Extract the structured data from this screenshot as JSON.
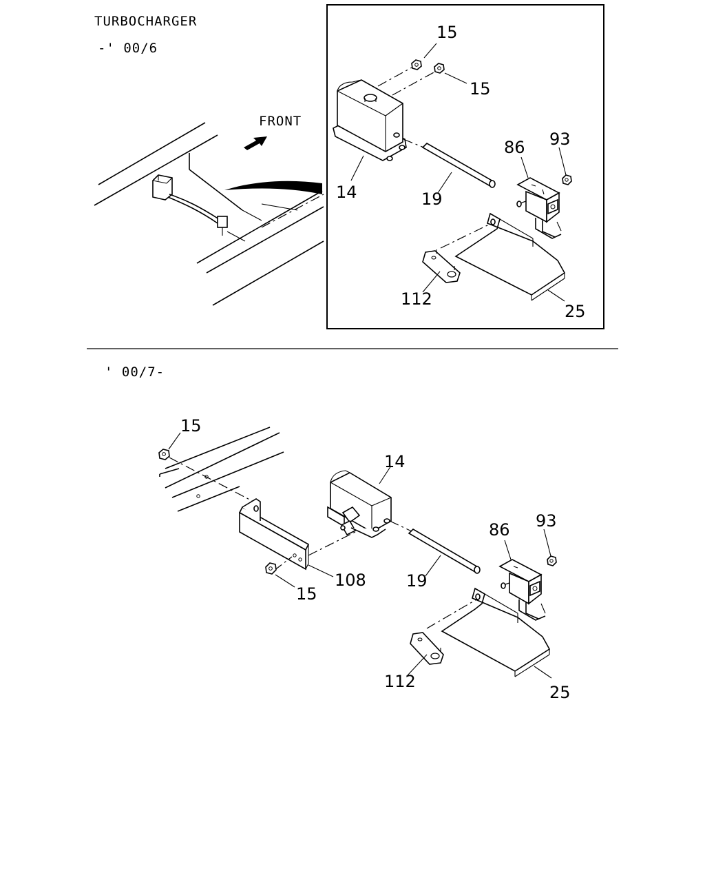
{
  "header": {
    "title": "TURBOCHARGER",
    "range_top": "-' 00/6",
    "range_bottom": "' 00/7-"
  },
  "top_view": {
    "direction_label": "FRONT",
    "callouts": {
      "nut_a": "15",
      "nut_b": "15",
      "tank": "14",
      "pipe": "19",
      "bracket": "86",
      "nut_c": "93",
      "gasket": "112",
      "cover": "25"
    }
  },
  "bottom_view": {
    "callouts": {
      "nut_top": "15",
      "tank": "14",
      "bracket_plate": "108",
      "nut_bottom": "15",
      "pipe": "19",
      "bracket": "86",
      "nut_c": "93",
      "gasket": "112",
      "cover": "25"
    }
  }
}
